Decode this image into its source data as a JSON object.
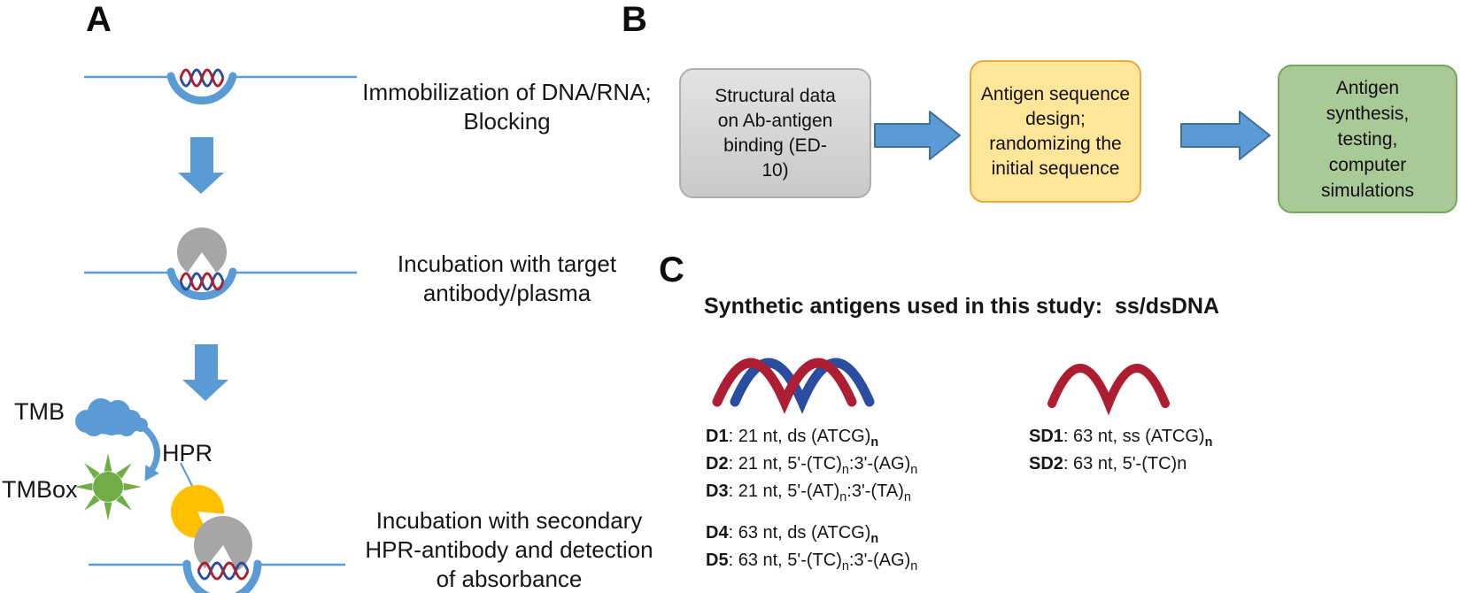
{
  "panel_a": {
    "label": "A",
    "steps": [
      {
        "text": "Immobilization of DNA/RNA;\nBlocking"
      },
      {
        "text": "Incubation with target\nantibody/plasma"
      },
      {
        "text": "Incubation with secondary\nHPR-antibody and detection\nof absorbance"
      }
    ],
    "labels": {
      "tmb": "TMB",
      "hpr": "HPR",
      "tmbox": "TMBox"
    }
  },
  "panel_b": {
    "label": "B",
    "boxes": [
      {
        "text": "Structural data\non Ab-antigen\nbinding (ED-\n10)"
      },
      {
        "text": "Antigen sequence\ndesign;\nrandomizing the\ninitial sequence"
      },
      {
        "text": "Antigen\nsynthesis,\ntesting,\ncomputer\nsimulations"
      }
    ]
  },
  "panel_c": {
    "label": "C",
    "title": "Synthetic antigens used in this study:  ss/dsDNA",
    "ds_antigens": [
      {
        "label": "D1",
        "text": ": 21 nt, ds (ATCG)_N"
      },
      {
        "label": "D2",
        "text": ": 21 nt, 5'-(TC)_n:3'-(AG)_n"
      },
      {
        "label": "D3",
        "text": ": 21 nt, 5'-(AT)_n:3'-(TA)_n"
      },
      {
        "label": "D4",
        "text": ": 63 nt, ds (ATCG)_N"
      },
      {
        "label": "D5",
        "text": ": 63 nt, 5'-(TC)_n:3'-(AG)_n"
      }
    ],
    "ss_antigens": [
      {
        "label": "SD1",
        "text": ": 63 nt, ss (ATCG)_N"
      },
      {
        "label": "SD2",
        "text": ": 63 nt, 5'-(TC)n"
      }
    ]
  },
  "colors": {
    "accent_blue": "#5B9BD5",
    "arrow_border": "#41719C",
    "antibody_gray": "#A6A6A6",
    "hpr_yellow": "#FFC000",
    "tmbox_green": "#70AD47",
    "box_gray_fill": "#D9D9D9",
    "box_gray_border": "#AFAFAF",
    "box_yellow_fill": "#FFE699",
    "box_yellow_border": "#EDA940",
    "box_green_fill": "#A9C997",
    "box_green_border": "#74A85E",
    "helix_red": "#AE1E32",
    "helix_blue": "#2A4DA0"
  }
}
